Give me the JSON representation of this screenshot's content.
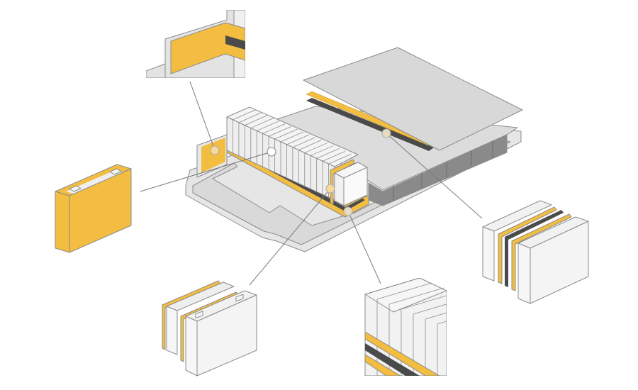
{
  "diagram": {
    "subject": "battery-pack-exploded-view",
    "colors": {
      "background": "#ffffff",
      "insulation": "#f2bd41",
      "cooling_plate": "#4a4a4a",
      "cell": "#f1f1f1",
      "tray": "#d9d9d9",
      "tray_edge": "#e6e6e6",
      "module_side": "#8a8a8a",
      "outline": "#8c8c8c",
      "leader": "#7a7a7a",
      "callout_dot": "#f6d99a"
    },
    "callouts": [
      {
        "id": "corner-bracket-detail",
        "target": "end-plate"
      },
      {
        "id": "single-cell-detail",
        "target": "cell-wrap"
      },
      {
        "id": "cell-pair-detail",
        "target": "inter-cell-pad"
      },
      {
        "id": "stack-cross-section-detail",
        "target": "bottom-pad"
      },
      {
        "id": "cooling-sandwich-detail",
        "target": "cooling-layer"
      }
    ]
  }
}
